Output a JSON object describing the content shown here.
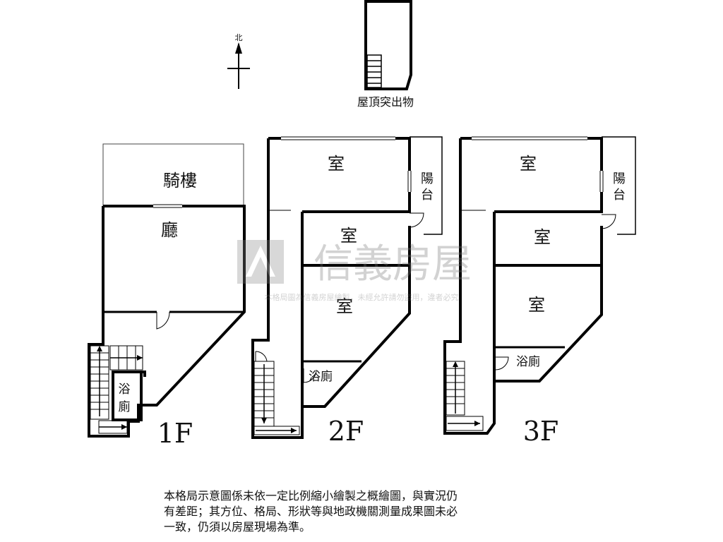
{
  "compass": {
    "north_label": "北"
  },
  "roof": {
    "label": "屋頂突出物"
  },
  "floors": [
    {
      "label": "1F",
      "rooms": [
        "騎樓",
        "廳",
        "浴",
        "廁"
      ]
    },
    {
      "label": "2F",
      "rooms": [
        "室",
        "陽",
        "台",
        "室",
        "室",
        "浴廁"
      ]
    },
    {
      "label": "3F",
      "rooms": [
        "室",
        "陽",
        "台",
        "室",
        "室",
        "浴廁"
      ]
    }
  ],
  "watermark": {
    "brand": "信義房屋",
    "notice": "本格局圖為信義房屋繪製，未經允許請勿盜用，違者必究"
  },
  "disclaimer": {
    "lines": [
      "本格局示意圖係未依一定比例縮小繪製之概繪圖，與實況仍",
      "有差距；其方位、格局、形狀等與地政機關測量成果圖未必",
      "一致，仍須以房屋現場為準。"
    ]
  }
}
